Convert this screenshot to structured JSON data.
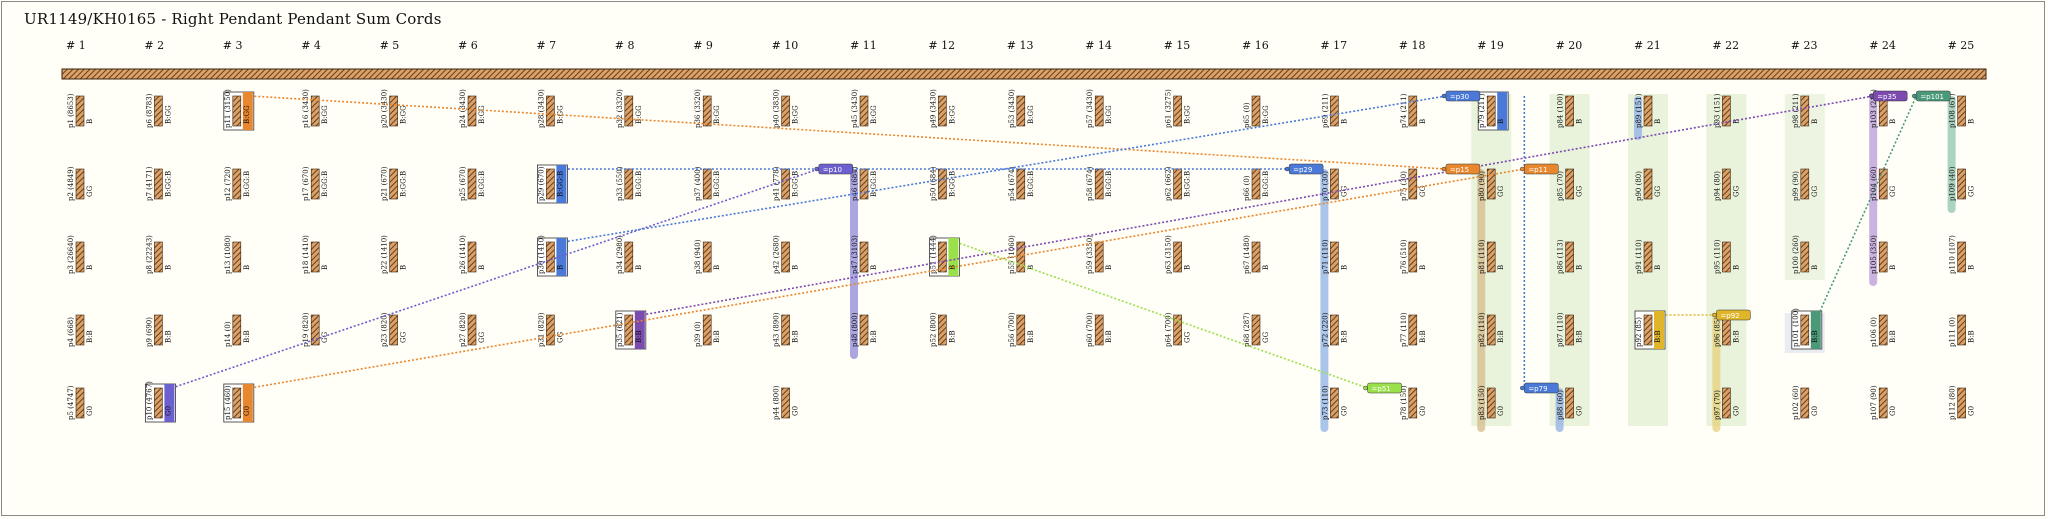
{
  "title": "UR1149/KH0165 - Right Pendant Pendant Sum Cords",
  "columns": [
    "# 1",
    "# 2",
    "# 3",
    "# 4",
    "# 5",
    "# 6",
    "# 7",
    "# 8",
    "# 9",
    "# 10",
    "# 11",
    "# 12",
    "# 13",
    "# 14",
    "# 15",
    "# 16",
    "# 17",
    "# 18",
    "# 19",
    "# 20",
    "# 21",
    "# 22",
    "# 23",
    "# 24",
    "# 25"
  ],
  "cords": [
    {
      "id": "p1 (8653)",
      "color": "B",
      "col": 0,
      "row": 0
    },
    {
      "id": "p2 (4849)",
      "color": "GG",
      "col": 0,
      "row": 1
    },
    {
      "id": "p3 (26640)",
      "color": "B",
      "col": 0,
      "row": 2
    },
    {
      "id": "p4 (668)",
      "color": "B:B",
      "col": 0,
      "row": 3
    },
    {
      "id": "p5 (4747)",
      "color": "G0",
      "col": 0,
      "row": 4
    },
    {
      "id": "p6 (8783)",
      "color": "B:GG",
      "col": 1,
      "row": 0
    },
    {
      "id": "p7 (4171)",
      "color": "B:GG:B",
      "col": 1,
      "row": 1
    },
    {
      "id": "p8 (22243)",
      "color": "B",
      "col": 1,
      "row": 2
    },
    {
      "id": "p9 (690)",
      "color": "B:B",
      "col": 1,
      "row": 3
    },
    {
      "id": "p10 (4767)",
      "color": "G0",
      "col": 1,
      "row": 4,
      "hl": "p10"
    },
    {
      "id": "p11 (3150)",
      "color": "B:GG",
      "col": 2,
      "row": 0,
      "hl": "p11"
    },
    {
      "id": "p12 (720)",
      "color": "B:GG:B",
      "col": 2,
      "row": 1
    },
    {
      "id": "p13 (1080)",
      "color": "B",
      "col": 2,
      "row": 2
    },
    {
      "id": "p14 (0)",
      "color": "B:B",
      "col": 2,
      "row": 3
    },
    {
      "id": "p15 (460)",
      "color": "G0",
      "col": 2,
      "row": 4,
      "hl": "p15"
    },
    {
      "id": "p16 (3430)",
      "color": "B:GG",
      "col": 3,
      "row": 0
    },
    {
      "id": "p17 (670)",
      "color": "B:GG:B",
      "col": 3,
      "row": 1
    },
    {
      "id": "p18 (1410)",
      "color": "B",
      "col": 3,
      "row": 2
    },
    {
      "id": "p19 (820)",
      "color": "GG",
      "col": 3,
      "row": 3
    },
    {
      "id": "p20 (3430)",
      "color": "B:GG",
      "col": 4,
      "row": 0
    },
    {
      "id": "p21 (670)",
      "color": "B:GG:B",
      "col": 4,
      "row": 1
    },
    {
      "id": "p22 (1410)",
      "color": "B",
      "col": 4,
      "row": 2
    },
    {
      "id": "p23 (820)",
      "color": "GG",
      "col": 4,
      "row": 3
    },
    {
      "id": "p24 (3430)",
      "color": "B:GG",
      "col": 5,
      "row": 0
    },
    {
      "id": "p25 (670)",
      "color": "B:GG:B",
      "col": 5,
      "row": 1
    },
    {
      "id": "p26 (1410)",
      "color": "B",
      "col": 5,
      "row": 2
    },
    {
      "id": "p27 (820)",
      "color": "GG",
      "col": 5,
      "row": 3
    },
    {
      "id": "p28 (3430)",
      "color": "B:GG",
      "col": 6,
      "row": 0
    },
    {
      "id": "p29 (670)",
      "color": "B:GG:B",
      "col": 6,
      "row": 1,
      "hl": "p29"
    },
    {
      "id": "p30 (1410)",
      "color": "B",
      "col": 6,
      "row": 2,
      "hl": "p30"
    },
    {
      "id": "p31 (820)",
      "color": "GG",
      "col": 6,
      "row": 3
    },
    {
      "id": "p32 (3320)",
      "color": "B:GG",
      "col": 7,
      "row": 0
    },
    {
      "id": "p33 (550)",
      "color": "B:GG:B",
      "col": 7,
      "row": 1
    },
    {
      "id": "p34 (2980)",
      "color": "B",
      "col": 7,
      "row": 2
    },
    {
      "id": "p35 (621)",
      "color": "B:B",
      "col": 7,
      "row": 3,
      "hl": "p35"
    },
    {
      "id": "p36 (3320)",
      "color": "B:GG",
      "col": 8,
      "row": 0
    },
    {
      "id": "p37 (400)",
      "color": "B:GG:B",
      "col": 8,
      "row": 1
    },
    {
      "id": "p38 (940)",
      "color": "B",
      "col": 8,
      "row": 2
    },
    {
      "id": "p39 (0)",
      "color": "B:B",
      "col": 8,
      "row": 3
    },
    {
      "id": "p40 (3830)",
      "color": "B:GG",
      "col": 9,
      "row": 0
    },
    {
      "id": "p41 (778)",
      "color": "B:GG:B",
      "col": 9,
      "row": 1
    },
    {
      "id": "p42 (2680)",
      "color": "B",
      "col": 9,
      "row": 2
    },
    {
      "id": "p43 (890)",
      "color": "B:B",
      "col": 9,
      "row": 3
    },
    {
      "id": "p44 (800)",
      "color": "G0",
      "col": 9,
      "row": 4
    },
    {
      "id": "p45 (3430)",
      "color": "B:GG",
      "col": 10,
      "row": 0
    },
    {
      "id": "p46 (684)",
      "color": "B:GG:B",
      "col": 10,
      "row": 1
    },
    {
      "id": "p47 (3103)",
      "color": "B",
      "col": 10,
      "row": 2
    },
    {
      "id": "p48 (800)",
      "color": "B:B",
      "col": 10,
      "row": 3
    },
    {
      "id": "p49 (3430)",
      "color": "B:GG",
      "col": 11,
      "row": 0
    },
    {
      "id": "p50 (684)",
      "color": "B:GG:B",
      "col": 11,
      "row": 1
    },
    {
      "id": "p51 (1444)",
      "color": "B",
      "col": 11,
      "row": 2,
      "hl": "p51"
    },
    {
      "id": "p52 (800)",
      "color": "B:B",
      "col": 11,
      "row": 3
    },
    {
      "id": "p53 (3430)",
      "color": "B:GG",
      "col": 12,
      "row": 0
    },
    {
      "id": "p54 (674)",
      "color": "B:GG:B",
      "col": 12,
      "row": 1
    },
    {
      "id": "p55 (1060)",
      "color": "B",
      "col": 12,
      "row": 2
    },
    {
      "id": "p56 (700)",
      "color": "B:B",
      "col": 12,
      "row": 3
    },
    {
      "id": "p57 (3430)",
      "color": "B:GG",
      "col": 13,
      "row": 0
    },
    {
      "id": "p58 (674)",
      "color": "B:GG:B",
      "col": 13,
      "row": 1
    },
    {
      "id": "p59 (3350)",
      "color": "B",
      "col": 13,
      "row": 2
    },
    {
      "id": "p60 (700)",
      "color": "B:B",
      "col": 13,
      "row": 3
    },
    {
      "id": "p61 (3275)",
      "color": "B:GG",
      "col": 14,
      "row": 0
    },
    {
      "id": "p62 (662)",
      "color": "B:GG:B",
      "col": 14,
      "row": 1
    },
    {
      "id": "p63 (3150)",
      "color": "B",
      "col": 14,
      "row": 2
    },
    {
      "id": "p64 (700)",
      "color": "GG",
      "col": 14,
      "row": 3
    },
    {
      "id": "p65 (0)",
      "color": "B:GG",
      "col": 15,
      "row": 0
    },
    {
      "id": "p66 (0)",
      "color": "B:GG:B",
      "col": 15,
      "row": 1
    },
    {
      "id": "p67 (1480)",
      "color": "B",
      "col": 15,
      "row": 2
    },
    {
      "id": "p68 (287)",
      "color": "GG",
      "col": 15,
      "row": 3
    },
    {
      "id": "p69 (211)",
      "color": "B",
      "col": 16,
      "row": 0
    },
    {
      "id": "p70 (30)",
      "color": "GG",
      "col": 16,
      "row": 1
    },
    {
      "id": "p71 (110)",
      "color": "B",
      "col": 16,
      "row": 2
    },
    {
      "id": "p72 (220)",
      "color": "B:B",
      "col": 16,
      "row": 3
    },
    {
      "id": "p73 (110)",
      "color": "G0",
      "col": 16,
      "row": 4
    },
    {
      "id": "p74 (211)",
      "color": "B",
      "col": 17,
      "row": 0
    },
    {
      "id": "p75 (30)",
      "color": "GG",
      "col": 17,
      "row": 1
    },
    {
      "id": "p76 (510)",
      "color": "B",
      "col": 17,
      "row": 2
    },
    {
      "id": "p77 (110)",
      "color": "B:B",
      "col": 17,
      "row": 3
    },
    {
      "id": "p78 (150)",
      "color": "G0",
      "col": 17,
      "row": 4
    },
    {
      "id": "p79 (211)",
      "color": "B",
      "col": 18,
      "row": 0,
      "hl": "p79"
    },
    {
      "id": "p80 (90)",
      "color": "GG",
      "col": 18,
      "row": 1
    },
    {
      "id": "p81 (110)",
      "color": "B",
      "col": 18,
      "row": 2
    },
    {
      "id": "p82 (110)",
      "color": "B:B",
      "col": 18,
      "row": 3
    },
    {
      "id": "p83 (150)",
      "color": "G0",
      "col": 18,
      "row": 4
    },
    {
      "id": "p84 (100)",
      "color": "B",
      "col": 19,
      "row": 0
    },
    {
      "id": "p85 (70)",
      "color": "GG",
      "col": 19,
      "row": 1
    },
    {
      "id": "p86 (113)",
      "color": "B",
      "col": 19,
      "row": 2
    },
    {
      "id": "p87 (110)",
      "color": "B:B",
      "col": 19,
      "row": 3
    },
    {
      "id": "p88 (60)",
      "color": "G0",
      "col": 19,
      "row": 4
    },
    {
      "id": "p89 (151)",
      "color": "B",
      "col": 20,
      "row": 0
    },
    {
      "id": "p90 (80)",
      "color": "GG",
      "col": 20,
      "row": 1
    },
    {
      "id": "p91 (110)",
      "color": "B",
      "col": 20,
      "row": 2
    },
    {
      "id": "p92 (85)",
      "color": "B:B",
      "col": 20,
      "row": 3,
      "hl": "p92"
    },
    {
      "id": "p93 (151)",
      "color": "B",
      "col": 21,
      "row": 0
    },
    {
      "id": "p94 (80)",
      "color": "GG",
      "col": 21,
      "row": 1
    },
    {
      "id": "p95 (110)",
      "color": "B",
      "col": 21,
      "row": 2
    },
    {
      "id": "p96 (85)",
      "color": "B:B",
      "col": 21,
      "row": 3
    },
    {
      "id": "p97 (70)",
      "color": "G0",
      "col": 21,
      "row": 4
    },
    {
      "id": "p98 (211)",
      "color": "B",
      "col": 22,
      "row": 0
    },
    {
      "id": "p99 (90)",
      "color": "GG",
      "col": 22,
      "row": 1
    },
    {
      "id": "p100 (260)",
      "color": "B",
      "col": 22,
      "row": 2
    },
    {
      "id": "p101 (100)",
      "color": "B:B",
      "col": 22,
      "row": 3,
      "hl": "p101"
    },
    {
      "id": "p102 (60)",
      "color": "G0",
      "col": 22,
      "row": 4
    },
    {
      "id": "p103 (211)",
      "color": "B",
      "col": 23,
      "row": 0
    },
    {
      "id": "p104 (60)",
      "color": "GG",
      "col": 23,
      "row": 1
    },
    {
      "id": "p105 (350)",
      "color": "B",
      "col": 23,
      "row": 2
    },
    {
      "id": "p106 (0)",
      "color": "B:B",
      "col": 23,
      "row": 3
    },
    {
      "id": "p107 (90)",
      "color": "G0",
      "col": 23,
      "row": 4
    },
    {
      "id": "p108 (61)",
      "color": "B",
      "col": 24,
      "row": 0
    },
    {
      "id": "p109 (40)",
      "color": "GG",
      "col": 24,
      "row": 1
    },
    {
      "id": "p110 (107)",
      "color": "B",
      "col": 24,
      "row": 2
    },
    {
      "id": "p111 (0)",
      "color": "B:B",
      "col": 24,
      "row": 3
    },
    {
      "id": "p112 (80)",
      "color": "G0",
      "col": 24,
      "row": 4
    }
  ],
  "sum_tags": [
    {
      "label": "=p10",
      "col": 9.55,
      "row": 1,
      "color": "#6c5fcf"
    },
    {
      "label": "=p29",
      "col": 15.55,
      "row": 1,
      "color": "#4a79d8"
    },
    {
      "label": "=p30",
      "col": 17.55,
      "row": 0,
      "color": "#4a79d8"
    },
    {
      "label": "=p15",
      "col": 17.55,
      "row": 1,
      "color": "#e8872e"
    },
    {
      "label": "=p11",
      "col": 18.55,
      "row": 1,
      "color": "#e8872e"
    },
    {
      "label": "=p79",
      "col": 18.55,
      "row": 4,
      "color": "#4a79d8"
    },
    {
      "label": "=p51",
      "col": 16.55,
      "row": 4,
      "color": "#9ae04a"
    },
    {
      "label": "=p92",
      "col": 21.0,
      "row": 3,
      "color": "#e0b52a"
    },
    {
      "label": "=p35",
      "col": 23.0,
      "row": 0,
      "color": "#7b4bb0"
    },
    {
      "label": "=p101",
      "col": 23.55,
      "row": 0,
      "color": "#4a9a7a"
    }
  ],
  "legend_colors": {
    "primary_cord": "#5a3a1e",
    "p10": "#6c5fcf",
    "p11": "#e8872e",
    "p15": "#e8872e",
    "p29": "#4a79d8",
    "p30": "#4a79d8",
    "p35": "#7b4bb0",
    "p51": "#9ae04a",
    "p79": "#4a79d8",
    "p92": "#e0b52a",
    "p101": "#4a9a7a"
  }
}
